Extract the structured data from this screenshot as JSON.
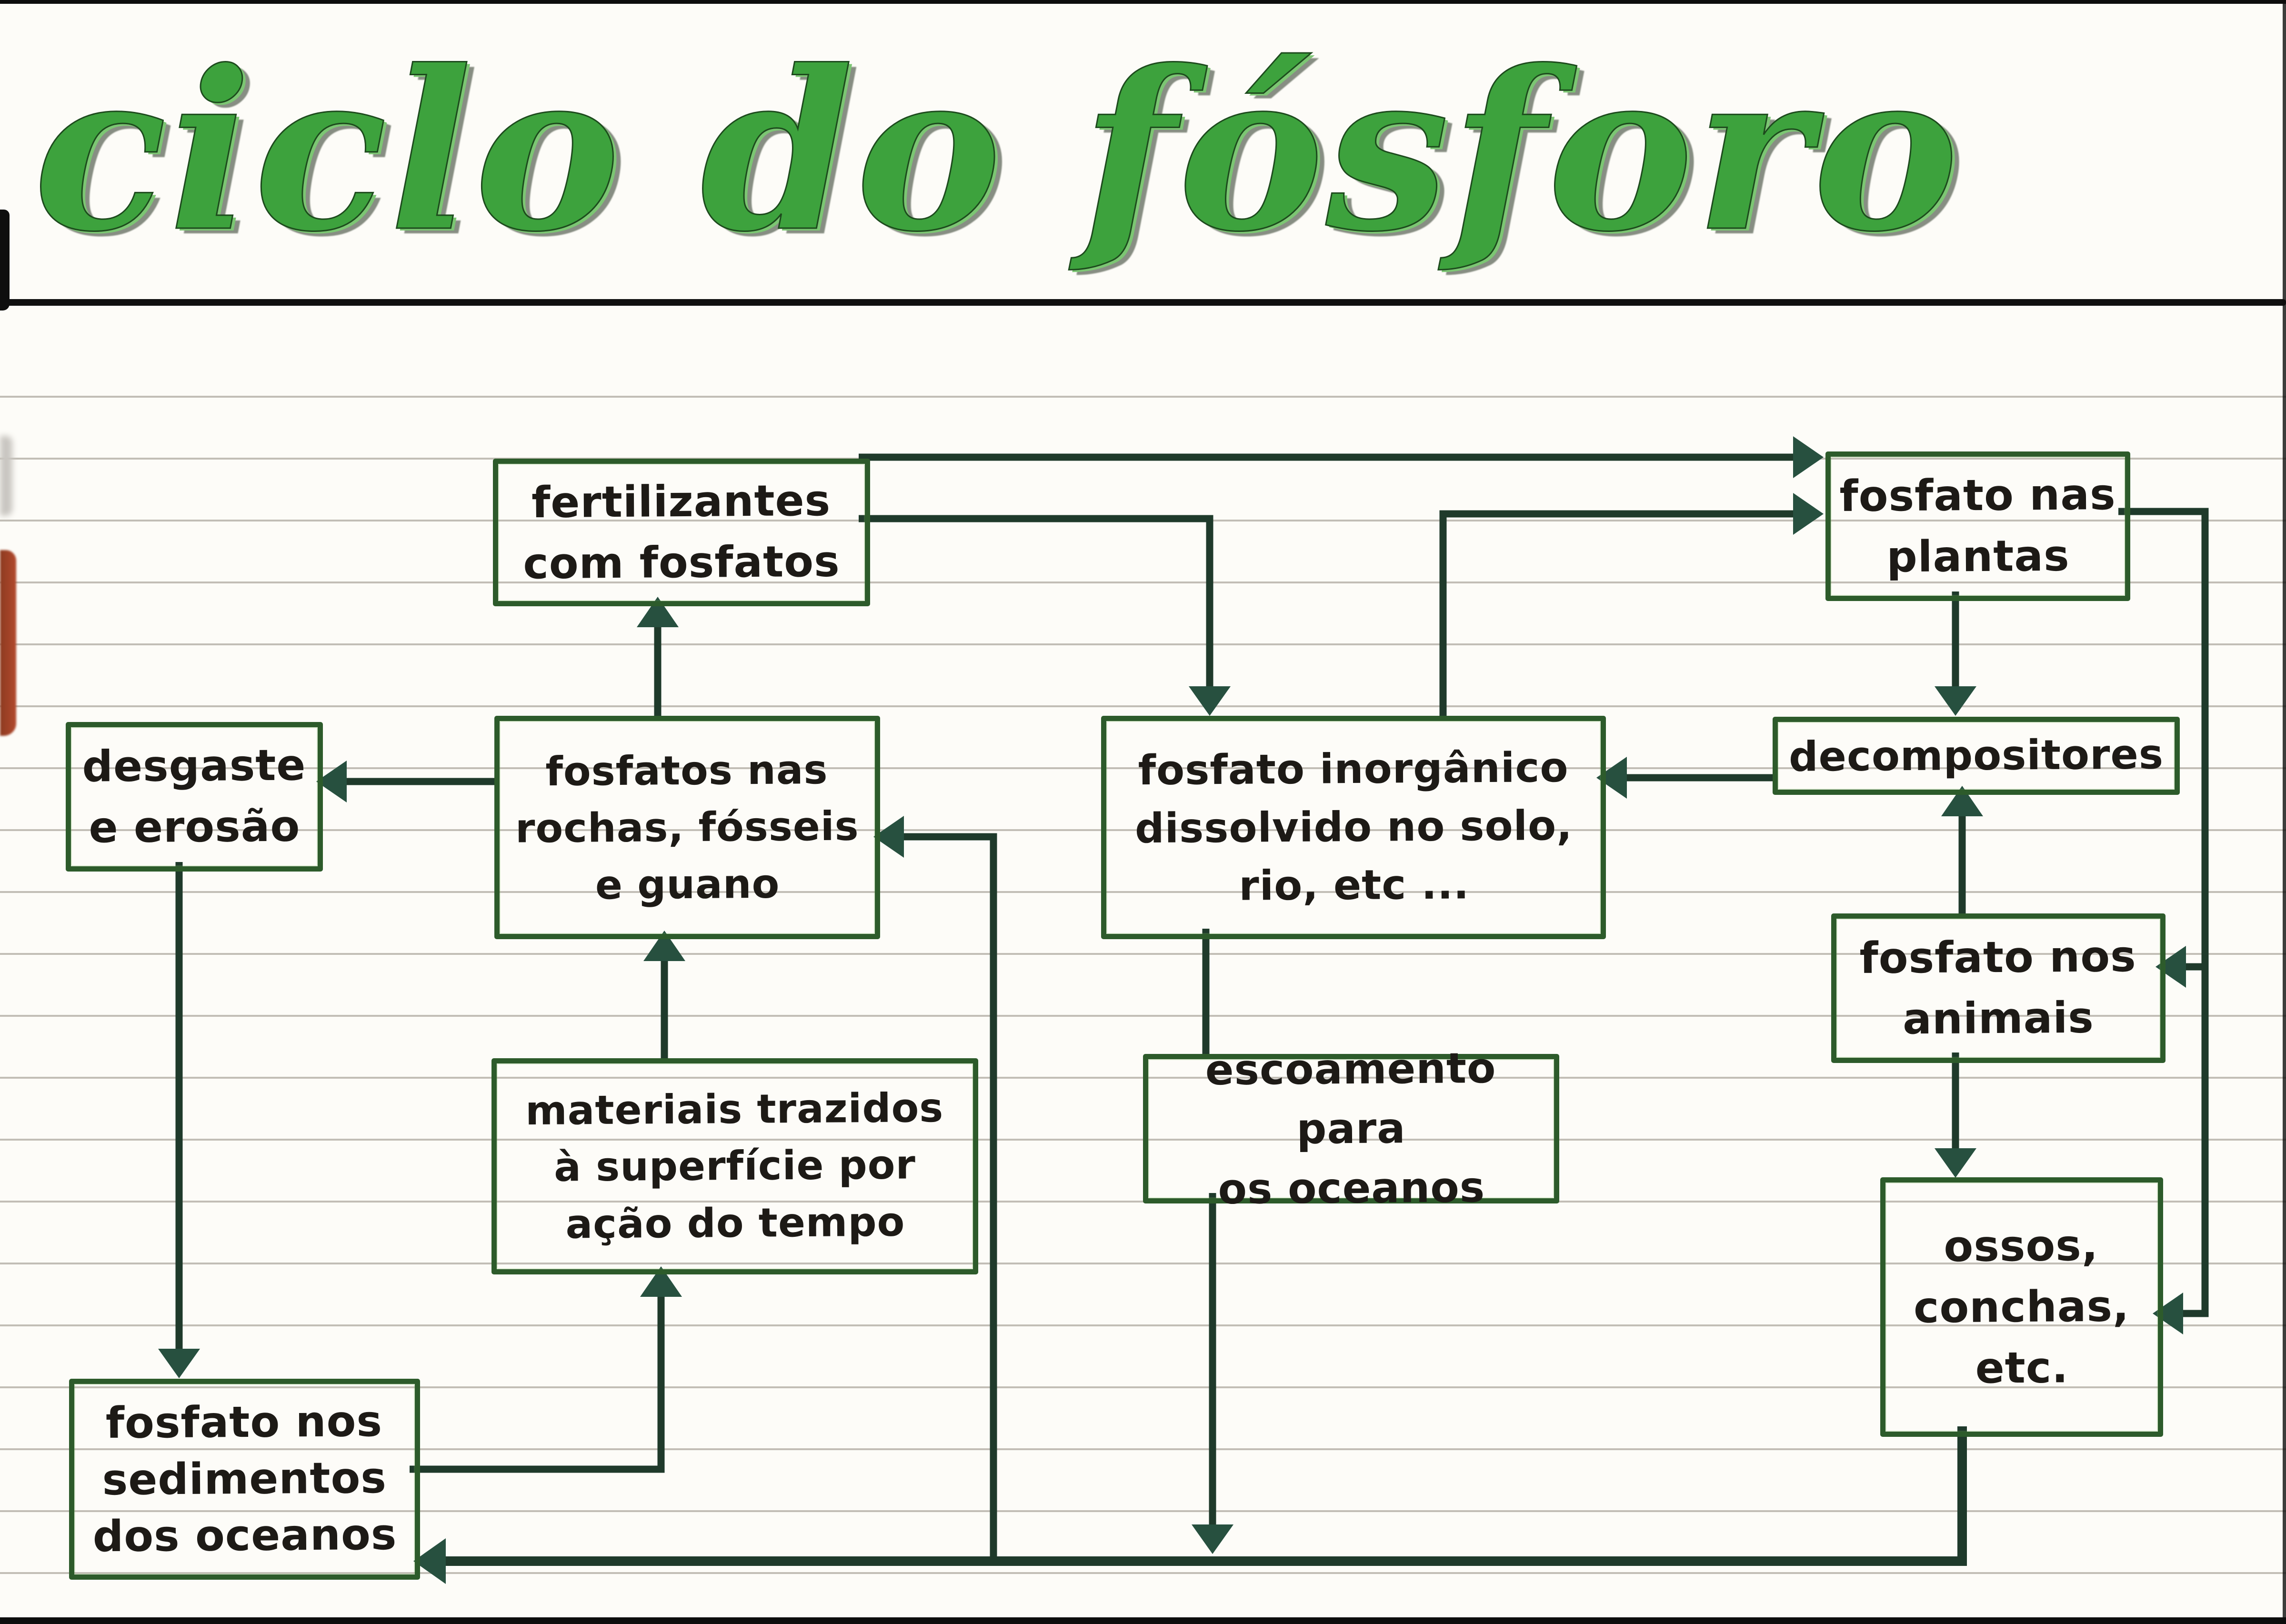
{
  "title": "ciclo do fósforo",
  "nodes": {
    "fertilizantes": {
      "label": "fertilizantes\ncom fosfatos"
    },
    "plantas": {
      "label": "fosfato nas\nplantas"
    },
    "desgaste": {
      "label": "desgaste\ne erosão"
    },
    "rochas": {
      "label": "fosfatos nas\nrochas, fósseis\ne guano"
    },
    "inorganico": {
      "label": "fosfato inorgânico\ndissolvido no solo,\nrio, etc ..."
    },
    "decompositores": {
      "label": "decompositores"
    },
    "animais": {
      "label": "fosfato nos\nanimais"
    },
    "materiais": {
      "label": "materiais trazidos\nà superfície por\nação do tempo"
    },
    "escoamento": {
      "label": "escoamento para\nos oceanos"
    },
    "ossos": {
      "label": "ossos,\nconchas,\netc."
    },
    "sedimentos": {
      "label": "fosfato nos\nsedimentos\ndos oceanos"
    }
  },
  "edges": [
    {
      "from": "fosfatos nas rochas, fósseis e guano",
      "to": "fertilizantes com fosfatos"
    },
    {
      "from": "fertilizantes com fosfatos",
      "to": "fosfato nas plantas"
    },
    {
      "from": "fertilizantes com fosfatos",
      "to": "fosfato inorgânico dissolvido no solo, rio, etc"
    },
    {
      "from": "fosfato inorgânico dissolvido no solo, rio, etc",
      "to": "fosfato nas plantas"
    },
    {
      "from": "fosfato nas plantas",
      "to": "decompositores"
    },
    {
      "from": "decompositores",
      "to": "fosfato inorgânico dissolvido no solo, rio, etc"
    },
    {
      "from": "fosfato nos animais",
      "to": "decompositores"
    },
    {
      "from": "fosfato nas plantas",
      "to": "fosfato nos animais"
    },
    {
      "from": "fosfato nas plantas",
      "to": "ossos, conchas, etc."
    },
    {
      "from": "fosfato nos animais",
      "to": "ossos, conchas, etc."
    },
    {
      "from": "fosfatos nas rochas, fósseis e guano",
      "to": "desgaste e erosão"
    },
    {
      "from": "desgaste e erosão",
      "to": "fosfato nos sedimentos dos oceanos"
    },
    {
      "from": "materiais trazidos à superfície por ação do tempo",
      "to": "fosfatos nas rochas, fósseis e guano"
    },
    {
      "from": "fosfato nos sedimentos dos oceanos",
      "to": "materiais trazidos à superfície por ação do tempo"
    },
    {
      "from": "fosfato inorgânico dissolvido no solo, rio, etc",
      "to": "escoamento para os oceanos"
    },
    {
      "from": "escoamento para os oceanos",
      "to": "fosfato nos sedimentos dos oceanos"
    },
    {
      "from": "ossos, conchas, etc.",
      "to": "fosfato nos sedimentos dos oceanos"
    },
    {
      "from": "linha dos oceanos (fundo)",
      "to": "fosfatos nas rochas, fósseis e guano"
    }
  ],
  "colors": {
    "title_green": "#3da23d",
    "box_border": "#2d5b2b",
    "ink": "#1d1a16",
    "arrow": "#27503f",
    "paper_line": "#b7b3aa",
    "paper": "#fdfcf8"
  }
}
